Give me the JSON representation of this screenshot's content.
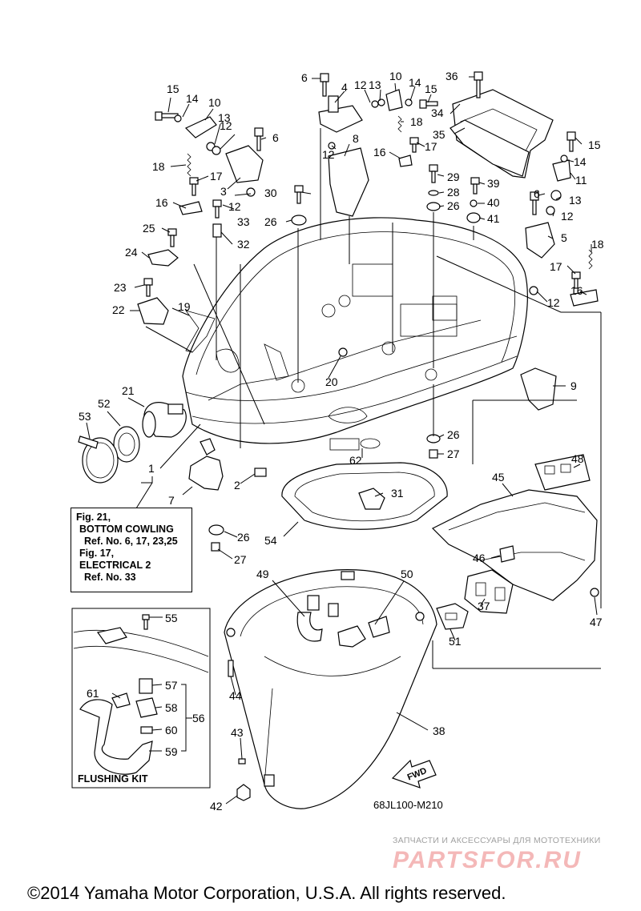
{
  "callouts": [
    {
      "label": "1"
    },
    {
      "label": "2"
    },
    {
      "label": "3"
    },
    {
      "label": "4"
    },
    {
      "label": "5"
    },
    {
      "label": "6"
    },
    {
      "label": "6"
    },
    {
      "label": "6"
    },
    {
      "label": "7"
    },
    {
      "label": "8"
    },
    {
      "label": "9"
    },
    {
      "label": "10"
    },
    {
      "label": "10"
    },
    {
      "label": "11"
    },
    {
      "label": "12"
    },
    {
      "label": "12"
    },
    {
      "label": "12"
    },
    {
      "label": "12"
    },
    {
      "label": "12"
    },
    {
      "label": "12"
    },
    {
      "label": "13"
    },
    {
      "label": "13"
    },
    {
      "label": "13"
    },
    {
      "label": "14"
    },
    {
      "label": "14"
    },
    {
      "label": "14"
    },
    {
      "label": "15"
    },
    {
      "label": "15"
    },
    {
      "label": "15"
    },
    {
      "label": "16"
    },
    {
      "label": "16"
    },
    {
      "label": "16"
    },
    {
      "label": "17"
    },
    {
      "label": "17"
    },
    {
      "label": "17"
    },
    {
      "label": "18"
    },
    {
      "label": "18"
    },
    {
      "label": "18"
    },
    {
      "label": "19"
    },
    {
      "label": "20"
    },
    {
      "label": "21"
    },
    {
      "label": "22"
    },
    {
      "label": "23"
    },
    {
      "label": "24"
    },
    {
      "label": "25"
    },
    {
      "label": "26"
    },
    {
      "label": "26"
    },
    {
      "label": "26"
    },
    {
      "label": "26"
    },
    {
      "label": "27"
    },
    {
      "label": "27"
    },
    {
      "label": "28"
    },
    {
      "label": "29"
    },
    {
      "label": "30"
    },
    {
      "label": "31"
    },
    {
      "label": "32"
    },
    {
      "label": "33"
    },
    {
      "label": "34"
    },
    {
      "label": "35"
    },
    {
      "label": "36"
    },
    {
      "label": "37"
    },
    {
      "label": "38"
    },
    {
      "label": "39"
    },
    {
      "label": "40"
    },
    {
      "label": "41"
    },
    {
      "label": "42"
    },
    {
      "label": "43"
    },
    {
      "label": "44"
    },
    {
      "label": "45"
    },
    {
      "label": "46"
    },
    {
      "label": "47"
    },
    {
      "label": "48"
    },
    {
      "label": "49"
    },
    {
      "label": "50"
    },
    {
      "label": "51"
    },
    {
      "label": "52"
    },
    {
      "label": "53"
    },
    {
      "label": "54"
    },
    {
      "label": "55"
    },
    {
      "label": "56"
    },
    {
      "label": "57"
    },
    {
      "label": "58"
    },
    {
      "label": "59"
    },
    {
      "label": "60"
    },
    {
      "label": "61"
    },
    {
      "label": "62"
    }
  ],
  "note": {
    "lines": [
      "Fig. 21,",
      "BOTTOM COWLING",
      "Ref. No. 6, 17, 23,25",
      "Fig. 17,",
      "ELECTRICAL 2",
      "Ref. No. 33"
    ]
  },
  "flushing_kit_label": "FLUSHING KIT",
  "fwd_label": "FWD",
  "diagram_code": "68JL100-M210",
  "watermark": {
    "ru_text": "ЗАПЧАСТИ И АКСЕССУАРЫ ДЛЯ МОТОТЕХНИКИ",
    "brand": "PARTSFOR.RU"
  },
  "copyright": "©2014 Yamaha Motor Corporation, U.S.A. All rights reserved.",
  "colors": {
    "line": "#000000",
    "background": "#ffffff",
    "watermark_brand": "#f4b8b8",
    "watermark_text": "#a0a0a0"
  }
}
